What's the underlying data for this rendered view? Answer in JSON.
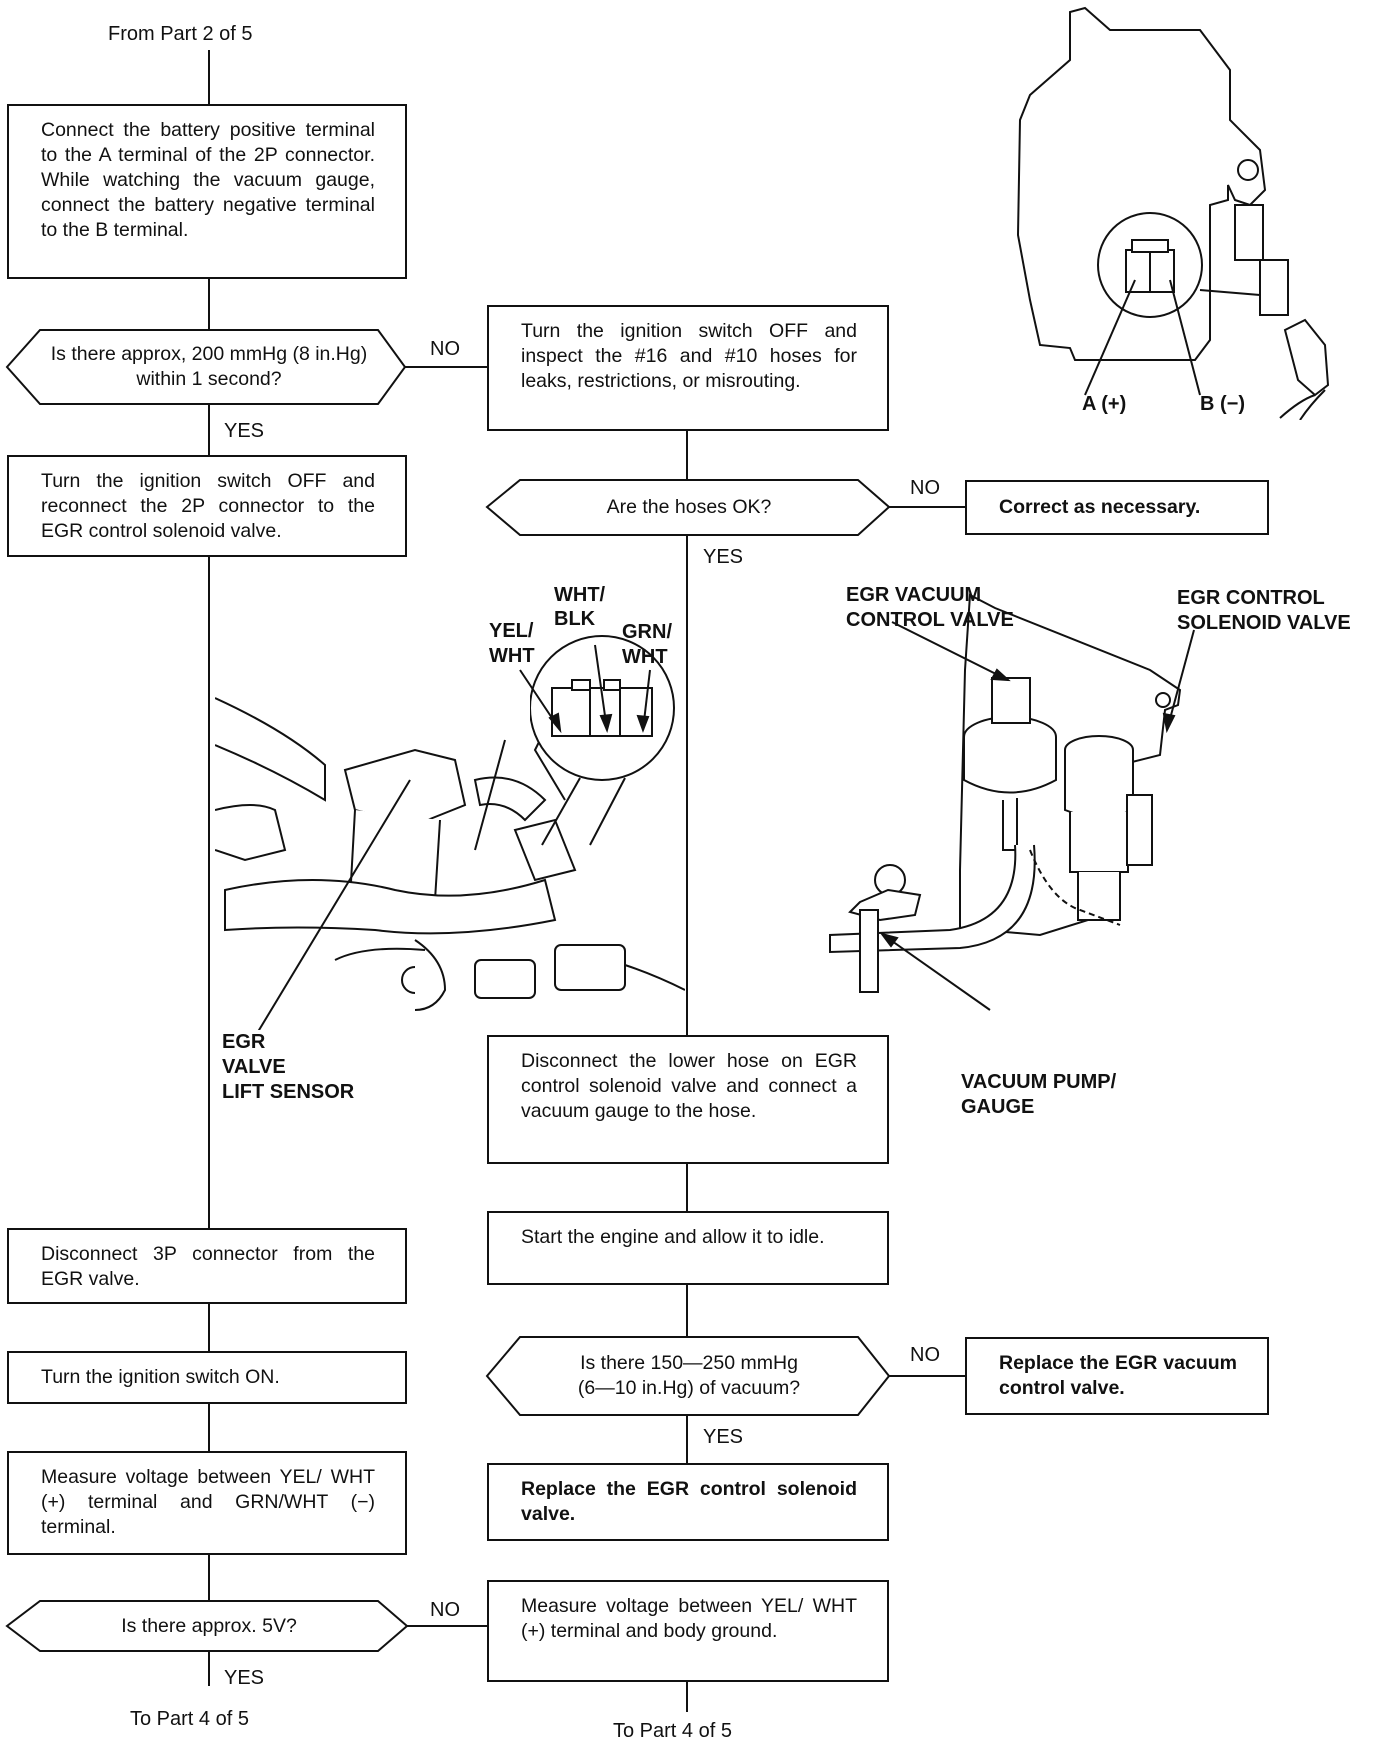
{
  "header": {
    "from": "From Part 2 of 5"
  },
  "left_column": {
    "step1": "Connect the battery positive terminal to the A terminal of the 2P connector. While watching the vacuum gauge, connect the battery negative terminal to the B terminal.",
    "q1": "Is there approx, 200 mmHg (8 in.Hg) within 1 second?",
    "q1_no": "NO",
    "q1_yes": "YES",
    "step2": "Turn the ignition switch OFF and reconnect the 2P connector to the EGR control solenoid valve.",
    "step3": "Disconnect 3P connector from the EGR valve.",
    "step4": "Turn the ignition switch ON.",
    "step5": "Measure voltage between YEL/ WHT (+) terminal and GRN/WHT (−) terminal.",
    "q2": "Is there approx. 5V?",
    "q2_no": "NO",
    "q2_yes": "YES",
    "to": "To Part 4 of 5"
  },
  "mid_column": {
    "step1": "Turn the ignition switch OFF and inspect the #16 and #10 hoses for leaks, restrictions, or misrouting.",
    "q1": "Are the hoses OK?",
    "q1_no": "NO",
    "q1_yes": "YES",
    "correct": "Correct as necessary.",
    "step2": "Disconnect the lower hose on EGR control solenoid valve and connect a vacuum gauge to the hose.",
    "step3": "Start the engine and allow it to idle.",
    "q2_line1": "Is there 150—250 mmHg",
    "q2_line2": "(6—10 in.Hg) of vacuum?",
    "q2_no": "NO",
    "q2_yes": "YES",
    "replace_vacuum": "Replace the EGR vacuum control valve.",
    "replace_solenoid": "Replace the EGR control solenoid valve.",
    "step4": "Measure voltage between YEL/ WHT (+) terminal and body ground.",
    "to": "To Part 4 of 5"
  },
  "illustrations": {
    "connector_a": "A (+)",
    "connector_b": "B (−)",
    "wire_yel_wht_1": "YEL/",
    "wire_yel_wht_2": "WHT",
    "wire_wht_blk_1": "WHT/",
    "wire_wht_blk_2": "BLK",
    "wire_grn_wht_1": "GRN/",
    "wire_grn_wht_2": "WHT",
    "lift_sensor_1": "EGR",
    "lift_sensor_2": "VALVE",
    "lift_sensor_3": "LIFT SENSOR",
    "vacuum_valve_1": "EGR VACUUM",
    "vacuum_valve_2": "CONTROL VALVE",
    "solenoid_1": "EGR CONTROL",
    "solenoid_2": "SOLENOID VALVE",
    "pump_1": "VACUUM PUMP/",
    "pump_2": "GAUGE"
  }
}
